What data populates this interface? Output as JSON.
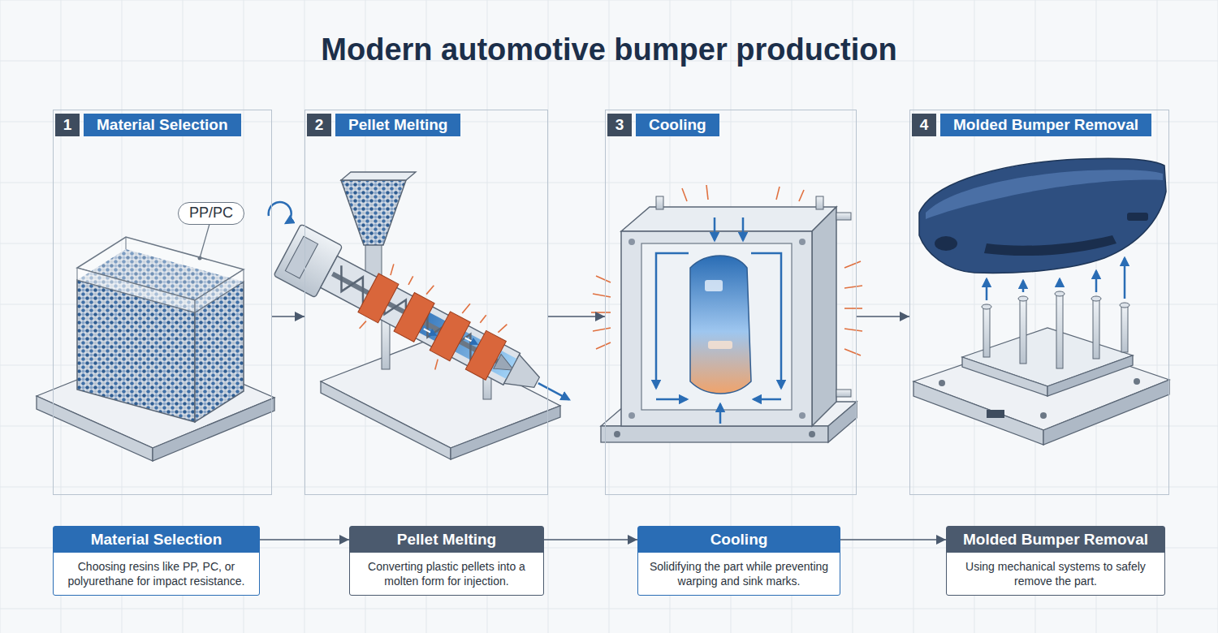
{
  "diagram": {
    "title": "Modern automotive bumper production",
    "nodes": [
      {
        "text": [
          "1",
          "Material Selection"
        ]
      },
      {
        "text": [
          "PP/PC"
        ],
        "in": 0
      },
      {
        "text": [
          "2",
          "Pellet Melting"
        ]
      },
      {
        "text": [
          "3",
          "Cooling"
        ]
      },
      {
        "text": [
          "4",
          "Molded Bumper Removal"
        ]
      },
      {
        "text": [
          "Material Selection",
          "Choosing resins like PP, PC, or polyurethane for impact resistance."
        ]
      },
      {
        "text": [
          "Pellet Melting",
          "Converting plastic pellets into a molten form for injection."
        ]
      },
      {
        "text": [
          "Cooling",
          "Solidifying the part while preventing warping and sink marks."
        ]
      },
      {
        "text": [
          "Molded Bumper Removal",
          "Using mechanical systems to safely remove the part."
        ]
      }
    ],
    "edges": [
      {
        "from": 0,
        "to": 2,
        "arrow": "to"
      },
      {
        "from": 2,
        "to": 3,
        "arrow": "to"
      },
      {
        "from": 3,
        "to": 4,
        "arrow": "to"
      },
      {
        "from": 5,
        "to": 6,
        "arrow": "to"
      },
      {
        "from": 6,
        "to": 7,
        "arrow": "to"
      },
      {
        "from": 7,
        "to": 8,
        "arrow": "to"
      }
    ]
  }
}
